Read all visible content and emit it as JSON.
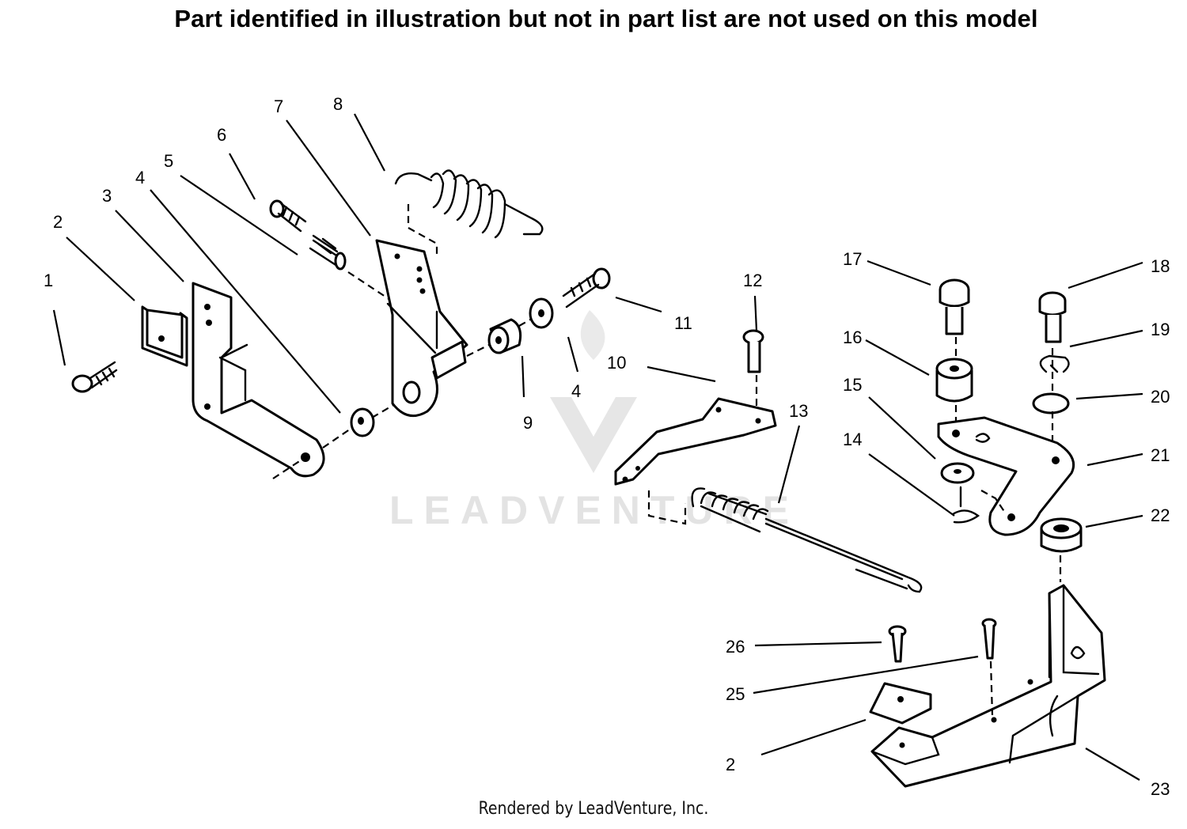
{
  "header": {
    "title": "Part identified in illustration but not in part list are not used on this model"
  },
  "footer": {
    "text": "Rendered by LeadVenture, Inc."
  },
  "watermark": {
    "text": "LEADVENTURE",
    "color": "#e3e3e3"
  },
  "labels": [
    "1",
    "2",
    "3",
    "4",
    "5",
    "6",
    "7",
    "8",
    "4",
    "9",
    "11",
    "10",
    "12",
    "13",
    "17",
    "16",
    "15",
    "14",
    "18",
    "19",
    "20",
    "21",
    "22",
    "26",
    "25",
    "2",
    "23"
  ]
}
